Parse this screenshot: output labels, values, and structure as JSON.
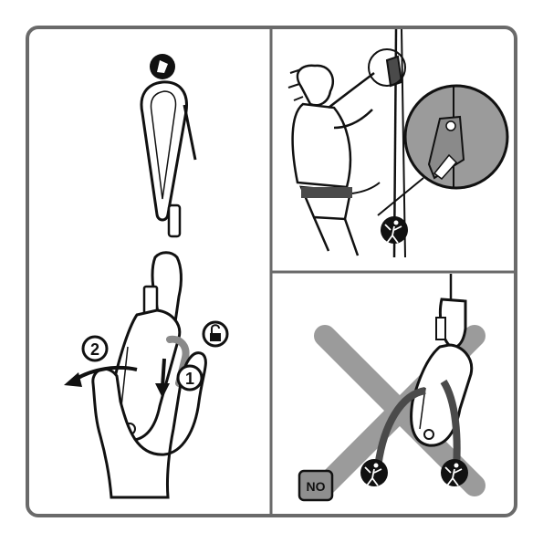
{
  "panels": {
    "left": {
      "step_one": "1",
      "step_two": "2",
      "top_icon": "carabiner-gate-icon",
      "side_icon": "unlock-icon"
    },
    "top_right": {
      "bottom_icon": "climber-icon"
    },
    "bottom_right": {
      "badge_text": "NO",
      "left_icon": "climber-icon",
      "right_icon": "climber-icon"
    }
  },
  "colors": {
    "frame": "#6a6a6a",
    "ink": "#111111",
    "gray_band": "#9b9b9b",
    "mid_gray": "#8a8a8a",
    "rope_dark": "#4a4a4a",
    "badge_fill": "#8f8f8f"
  }
}
